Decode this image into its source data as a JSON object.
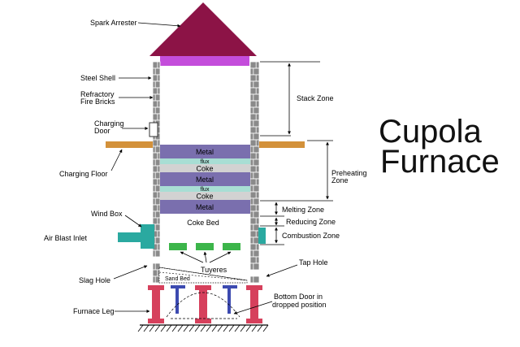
{
  "title": {
    "line1": "Cupola",
    "line2": "Furnace"
  },
  "colors": {
    "roof": "#8c1346",
    "arrester": "#c44ddb",
    "brick": "#8a8a8a",
    "metal": "#7a6fae",
    "flux": "#a8ded4",
    "coke": "#d2d2d2",
    "charging_floor": "#d3913a",
    "wind_box": "#2aa9a0",
    "tuyere": "#3cb54a",
    "leg": "#d6405c",
    "door": "#3c4ab0"
  },
  "labels": {
    "spark_arrester": "Spark Arrester",
    "steel_shell": "Steel Shell",
    "refractory_1": "Refractory",
    "refractory_2": "Fire Bricks",
    "charging_door_1": "Charging",
    "charging_door_2": "Door",
    "charging_floor": "Charging Floor",
    "wind_box": "Wind Box",
    "air_blast_inlet": "Air Blast Inlet",
    "slag_hole": "Slag Hole",
    "furnace_leg": "Furnace Leg",
    "tuyeres": "Tuyeres",
    "sand_bed": "Sand Bed",
    "tap_hole": "Tap Hole",
    "bottom_door_1": "Bottom Door in",
    "bottom_door_2": "dropped position",
    "coke_bed": "Coke Bed"
  },
  "zones": {
    "stack": "Stack Zone",
    "preheating_1": "Preheating",
    "preheating_2": "Zone",
    "melting": "Melting Zone",
    "reducing": "Reducing Zone",
    "combustion": "Combustion Zone"
  },
  "charge_layers": [
    {
      "label": "Metal",
      "kind": "metal"
    },
    {
      "label": "flux",
      "kind": "flux"
    },
    {
      "label": "Coke",
      "kind": "coke"
    },
    {
      "label": "Metal",
      "kind": "metal"
    },
    {
      "label": "flux",
      "kind": "flux"
    },
    {
      "label": "Coke",
      "kind": "coke"
    },
    {
      "label": "Metal",
      "kind": "metal"
    }
  ]
}
